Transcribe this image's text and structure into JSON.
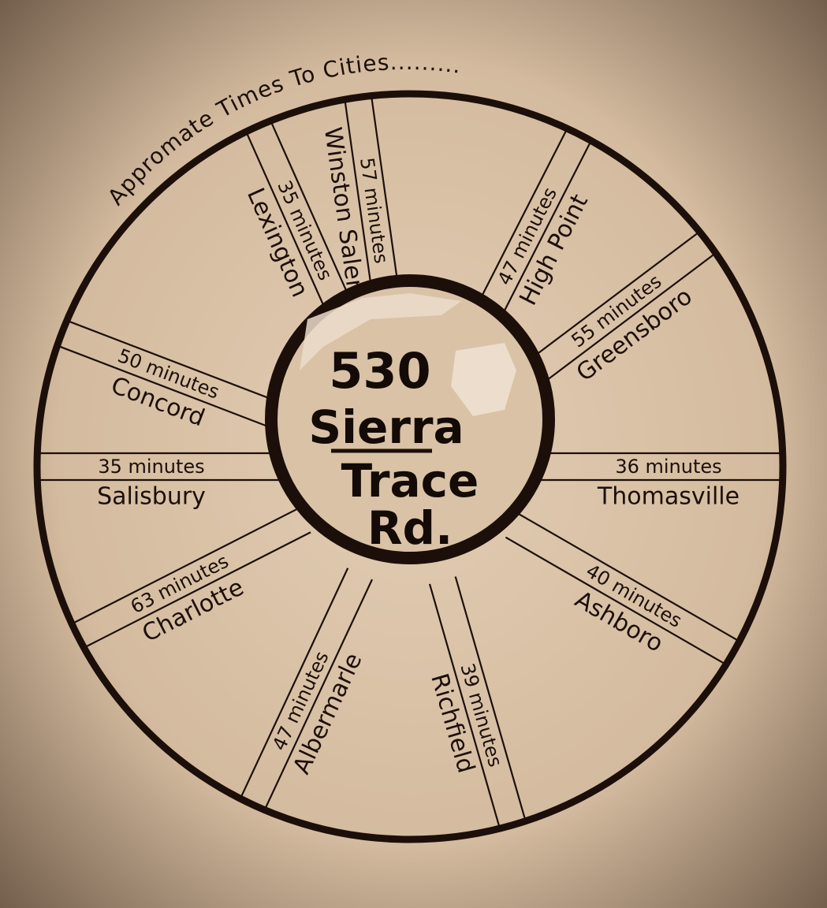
{
  "title": "Appromate Times To Cities.........",
  "address": {
    "line1": "530",
    "line2": "Sierra",
    "line3": "Trace",
    "line4": "Rd."
  },
  "colors": {
    "ink": "#1c0f0a",
    "paper": "#dcc6ac",
    "vignette": "#6e5a48"
  },
  "spokes": [
    {
      "city": "Winston Salem",
      "time": "57 minutes"
    },
    {
      "city": "High Point",
      "time": "47 minutes"
    },
    {
      "city": "Greensboro",
      "time": "55 minutes"
    },
    {
      "city": "Thomasville",
      "time": "36 minutes"
    },
    {
      "city": "Ashboro",
      "time": "40 minutes"
    },
    {
      "city": "Richfield",
      "time": "39 minutes"
    },
    {
      "city": "Albermarle",
      "time": "47 minutes"
    },
    {
      "city": "Charlotte",
      "time": "63 minutes"
    },
    {
      "city": "Salisbury",
      "time": "35 minutes"
    },
    {
      "city": "Concord",
      "time": "50 minutes"
    },
    {
      "city": "Lexington",
      "time": "35 minutes"
    }
  ]
}
